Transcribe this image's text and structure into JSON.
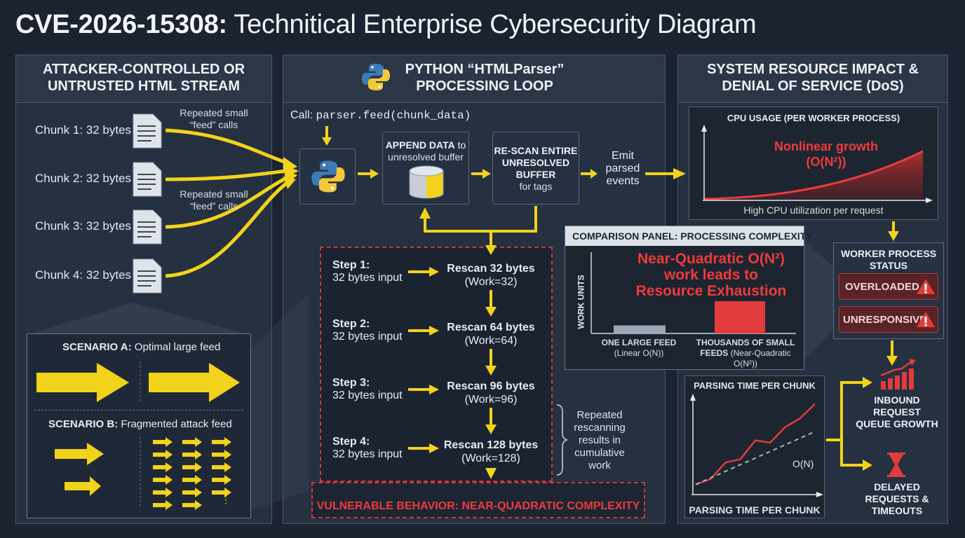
{
  "title": {
    "prefix": "CVE-2026-15308:",
    "rest": " Technitical Enterprise Cybersecurity Diagram"
  },
  "left_panel": {
    "heading_1": "ATTACKER-CONTROLLED OR",
    "heading_2": "UNTRUSTED HTML STREAM",
    "chunks": [
      "Chunk 1: 32 bytes",
      "Chunk 2: 32 bytes",
      "Chunk 3: 32 bytes",
      "Chunk 4: 32 bytes"
    ],
    "note_a_1": "Repeated small",
    "note_a_2": "“feed” calls",
    "note_b_1": "Repeated small",
    "note_b_2": "“feed” calls",
    "scenario_a_bold": "SCENARIO A:",
    "scenario_a_text": " Optimal large feed",
    "scenario_b_bold": "SCENARIO B:",
    "scenario_b_text": " Fragmented attack feed",
    "more": "⋮"
  },
  "middle_panel": {
    "heading_1": "PYTHON “HTMLParser”",
    "heading_2": "PROCESSING LOOP",
    "call_label": "Call: ",
    "call_code": "parser.feed(chunk_data)",
    "append_bold": "APPEND DATA",
    "append_rest": " to",
    "append_line2": "unresolved buffer",
    "rescan_1": "RE-SCAN ENTIRE",
    "rescan_2": "UNRESOLVED",
    "rescan_3": "BUFFER",
    "rescan_4": "for tags",
    "emit_1": "Emit",
    "emit_2": "parsed",
    "emit_3": "events",
    "steps": [
      {
        "label": "Step 1:",
        "input": "32 bytes input",
        "rescan": "Rescan 32 bytes",
        "work": "(Work=32)"
      },
      {
        "label": "Step 2:",
        "input": "32 bytes input",
        "rescan": "Rescan 64 bytes",
        "work": "(Work=64)"
      },
      {
        "label": "Step 3:",
        "input": "32 bytes input",
        "rescan": "Rescan 96 bytes",
        "work": "(Work=96)"
      },
      {
        "label": "Step 4:",
        "input": "32 bytes input",
        "rescan": "Rescan 128 bytes",
        "work": "(Work=128)"
      }
    ],
    "repeated_1": "Repeated",
    "repeated_2": "rescanning",
    "repeated_3": "results in",
    "repeated_4": "cumulative",
    "repeated_5": "work",
    "vulnerable": "VULNERABLE BEHAVIOR: NEAR-QUADRATIC COMPLEXITY"
  },
  "comparison_panel": {
    "title": "COMPARISON PANEL: PROCESSING COMPLEXITY",
    "y_label": "WORK UNITS",
    "callout_1": "Near-Quadratic O(N²)",
    "callout_2": "work leads to",
    "callout_3": "Resource Exhaustion",
    "bar1_1": "ONE LARGE FEED",
    "bar1_2": "(Linear O(N))",
    "bar2_1": "THOUSANDS OF SMALL",
    "bar2_2": "FEEDS",
    "bar2_3": " (Near-Quadratic",
    "bar2_4": "O(N²))"
  },
  "right_panel": {
    "heading_1": "SYSTEM RESOURCE IMPACT &",
    "heading_2": "DENIAL OF SERVICE (DoS)",
    "cpu_title": "CPU USAGE (PER WORKER PROCESS)",
    "cpu_callout_1": "Nonlinear growth",
    "cpu_callout_2": "(O(N²))",
    "cpu_caption": "High CPU utilization per request",
    "worker_title_1": "WORKER PROCESS",
    "worker_title_2": "STATUS",
    "status_1": "OVERLOADED",
    "status_2": "UNRESPONSIVE",
    "parse_title": "PARSING TIME PER CHUNK",
    "parse_caption": "PARSING TIME PER CHUNK",
    "parse_on": "O(N)",
    "queue_1": "INBOUND",
    "queue_2": "REQUEST",
    "queue_3": "QUEUE GROWTH",
    "delay_1": "DELAYED",
    "delay_2": "REQUESTS &",
    "delay_3": "TIMEOUTS"
  },
  "colors": {
    "accent": "#f2d31b",
    "danger": "#e23b3b",
    "panel": "#253040",
    "background": "#1b2330"
  },
  "chart_data": [
    {
      "type": "bar",
      "title": "COMPARISON PANEL: PROCESSING COMPLEXITY",
      "ylabel": "WORK UNITS",
      "categories": [
        "ONE LARGE FEED (Linear O(N))",
        "THOUSANDS OF SMALL FEEDS (Near-Quadratic O(N²))"
      ],
      "values": [
        1,
        4
      ]
    },
    {
      "type": "line",
      "title": "PARSING TIME PER CHUNK",
      "series": [
        {
          "values": [
            1,
            1.5,
            3,
            3.3,
            5,
            4.8,
            6.2,
            7,
            8.3
          ]
        },
        {
          "name": "O(N)",
          "values": [
            1,
            1.6,
            2.2,
            2.8,
            3.4,
            4,
            4.6,
            5.2,
            5.8
          ]
        }
      ]
    }
  ]
}
